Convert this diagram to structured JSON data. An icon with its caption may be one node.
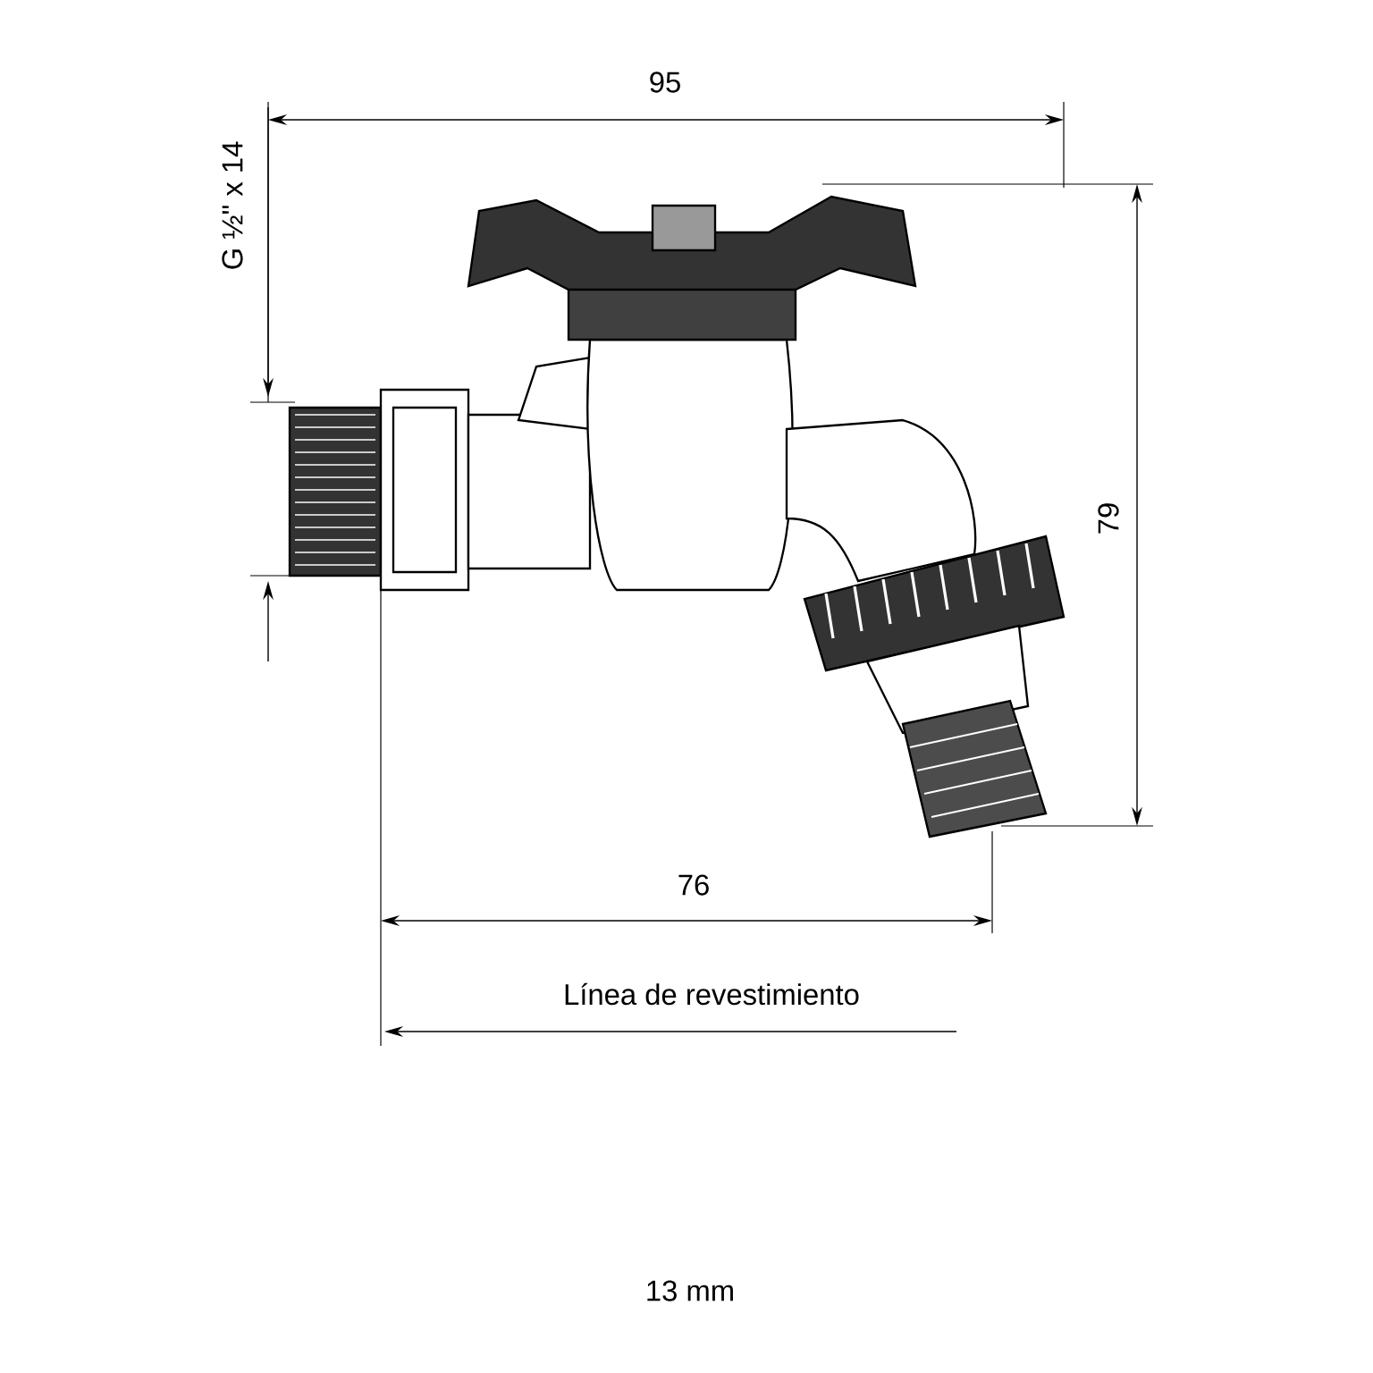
{
  "diagram": {
    "labels": [
      "95",
      "G ½\" x 14",
      "79",
      "76",
      "Línea de revestimiento",
      "13 mm"
    ]
  }
}
